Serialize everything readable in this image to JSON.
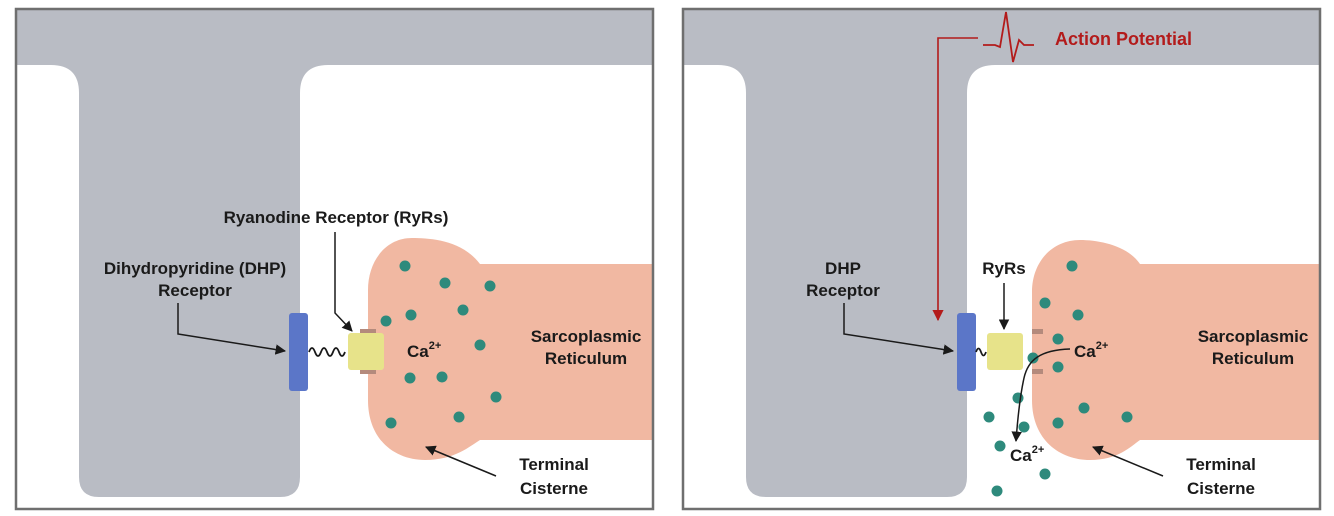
{
  "colors": {
    "frame": "#6f6f6f",
    "t_tubule": "#b9bcc4",
    "sarcoplasmic_reticulum": "#f1b8a2",
    "dhp_receptor": "#5b76c8",
    "ryanodine_receptor": "#e7e38a",
    "ryr_cap": "#b48a7c",
    "calcium": "#2e8a7c",
    "action_potential": "#b31b1b",
    "label": "#1a1a1a"
  },
  "left_panel": {
    "labels": {
      "ryr": "Ryanodine Receptor (RyRs)",
      "dhp_line1": "Dihydropyridine (DHP)",
      "dhp_line2": "Receptor",
      "ca": "Ca",
      "ca_sup": "2+",
      "sr_line1": "Sarcoplasmic",
      "sr_line2": "Reticulum",
      "tc_line1": "Terminal",
      "tc_line2": "Cisterne"
    }
  },
  "right_panel": {
    "labels": {
      "action_potential": "Action Potential",
      "dhp_line1": "DHP",
      "dhp_line2": "Receptor",
      "ryr": "RyRs",
      "ca_inside": "Ca",
      "ca_inside_sup": "2+",
      "ca_released": "Ca",
      "ca_released_sup": "2+",
      "sr_line1": "Sarcoplasmic",
      "sr_line2": "Reticulum",
      "tc_line1": "Terminal",
      "tc_line2": "Cisterne"
    }
  }
}
